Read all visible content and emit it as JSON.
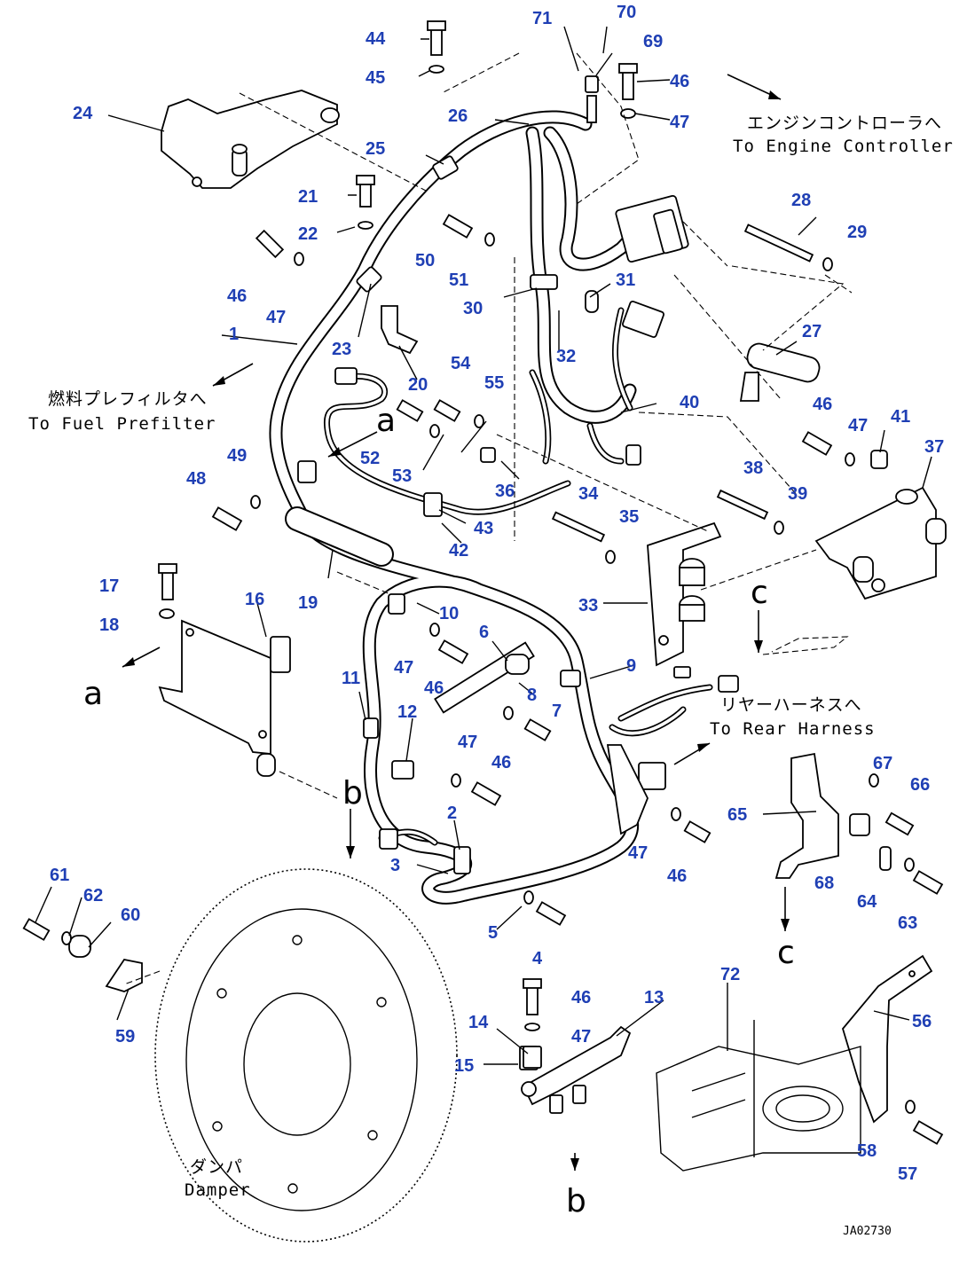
{
  "callouts": [
    "1",
    "2",
    "3",
    "4",
    "5",
    "6",
    "7",
    "8",
    "9",
    "10",
    "11",
    "12",
    "13",
    "14",
    "15",
    "16",
    "17",
    "18",
    "19",
    "20",
    "21",
    "22",
    "23",
    "24",
    "25",
    "26",
    "27",
    "28",
    "29",
    "30",
    "31",
    "32",
    "33",
    "34",
    "35",
    "36",
    "37",
    "38",
    "39",
    "40",
    "41",
    "42",
    "43",
    "44",
    "45",
    "46",
    "46",
    "46",
    "46",
    "46",
    "46",
    "46",
    "47",
    "47",
    "47",
    "47",
    "47",
    "47",
    "47",
    "48",
    "49",
    "50",
    "51",
    "52",
    "53",
    "54",
    "55",
    "56",
    "57",
    "58",
    "59",
    "60",
    "61",
    "62",
    "63",
    "64",
    "65",
    "66",
    "67",
    "68",
    "69",
    "70",
    "71",
    "72"
  ],
  "annotations": {
    "engine_controller_jp": "エンジンコントローラへ",
    "engine_controller_en": "To Engine Controller",
    "fuel_prefilter_jp": "燃料プレフィルタへ",
    "fuel_prefilter_en": "To Fuel Prefilter",
    "rear_harness_jp": "リヤーハーネスへ",
    "rear_harness_en": "To Rear Harness",
    "damper_jp": "ダンパ",
    "damper_en": "Damper"
  },
  "view_refs": {
    "a": "a",
    "b": "b",
    "c": "c"
  },
  "drawing_code": "JA02730",
  "colors": {
    "callout": "#1f3fb4",
    "linework": "#000000"
  }
}
